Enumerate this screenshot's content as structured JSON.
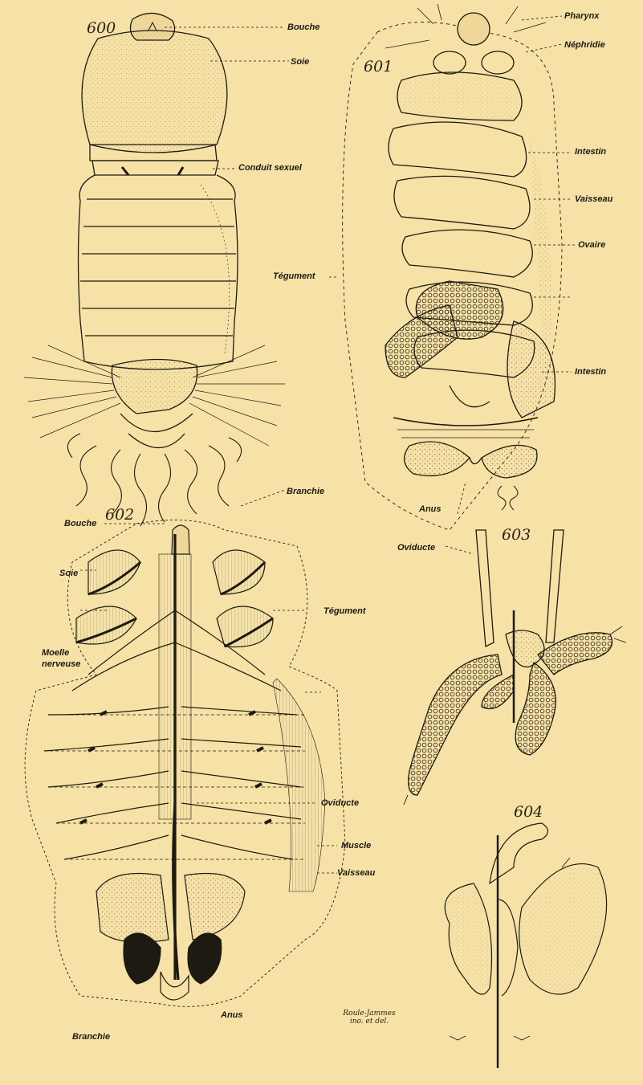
{
  "background_color": "#f6e2a6",
  "ink_color": "#1d1a12",
  "figures": {
    "f600": {
      "number": "600",
      "labels": {
        "bouche": "Bouche",
        "soie": "Soie",
        "conduit": "Conduit sexuel",
        "tegument": "Tégument",
        "branchie": "Branchie"
      }
    },
    "f601": {
      "number": "601",
      "labels": {
        "pharynx": "Pharynx",
        "nephridie": "Néphridie",
        "intestin1": "Intestin",
        "vaisseau": "Vaisseau",
        "ovaire": "Ovaire",
        "intestin2": "Intestin",
        "anus": "Anus"
      }
    },
    "f602": {
      "number": "602",
      "labels": {
        "bouche": "Bouche",
        "soie": "Soie",
        "tegument": "Tégument",
        "moelle_1": "Moelle",
        "moelle_2": "nerveuse",
        "oviducte": "Oviducte",
        "muscle": "Muscle",
        "vaisseau": "Vaisseau",
        "anus": "Anus",
        "branchie": "Branchie"
      }
    },
    "f603": {
      "number": "603",
      "labels": {
        "oviducte": "Oviducte"
      }
    },
    "f604": {
      "number": "604"
    }
  },
  "signature": {
    "line1": "Roule-Jammes",
    "line2": "ino. et del."
  }
}
